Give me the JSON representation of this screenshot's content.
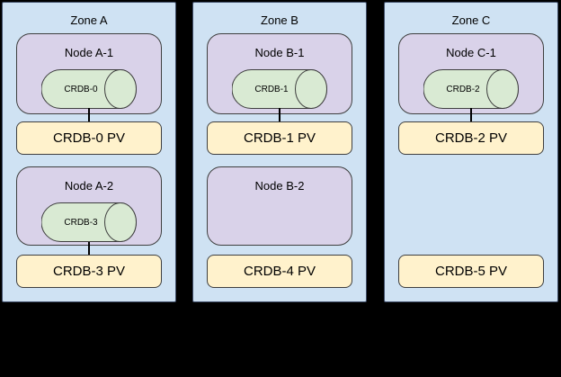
{
  "colors": {
    "background": "#000000",
    "zone_fill": "#cfe2f3",
    "zone_border": "#42506b",
    "node_fill": "#d9d2e9",
    "cylinder_fill": "#d9ead3",
    "pv_fill": "#fff2cc",
    "shape_border": "#3f3f3f",
    "connector": "#000000",
    "text": "#000000"
  },
  "zones": [
    {
      "label": "Zone A",
      "nodes": [
        {
          "label": "Node A-1",
          "pod": "CRDB-0",
          "pv": "CRDB-0 PV",
          "connected": true
        },
        {
          "label": "Node A-2",
          "pod": "CRDB-3",
          "pv": "CRDB-3 PV",
          "connected": true
        }
      ]
    },
    {
      "label": "Zone B",
      "nodes": [
        {
          "label": "Node B-1",
          "pod": "CRDB-1",
          "pv": "CRDB-1 PV",
          "connected": true
        },
        {
          "label": "Node B-2",
          "pod": null,
          "pv": "CRDB-4 PV",
          "connected": false
        }
      ]
    },
    {
      "label": "Zone C",
      "nodes": [
        {
          "label": "Node C-1",
          "pod": "CRDB-2",
          "pv": "CRDB-2 PV",
          "connected": true
        },
        {
          "label": null,
          "pod": null,
          "pv": "CRDB-5 PV",
          "connected": false
        }
      ]
    }
  ]
}
